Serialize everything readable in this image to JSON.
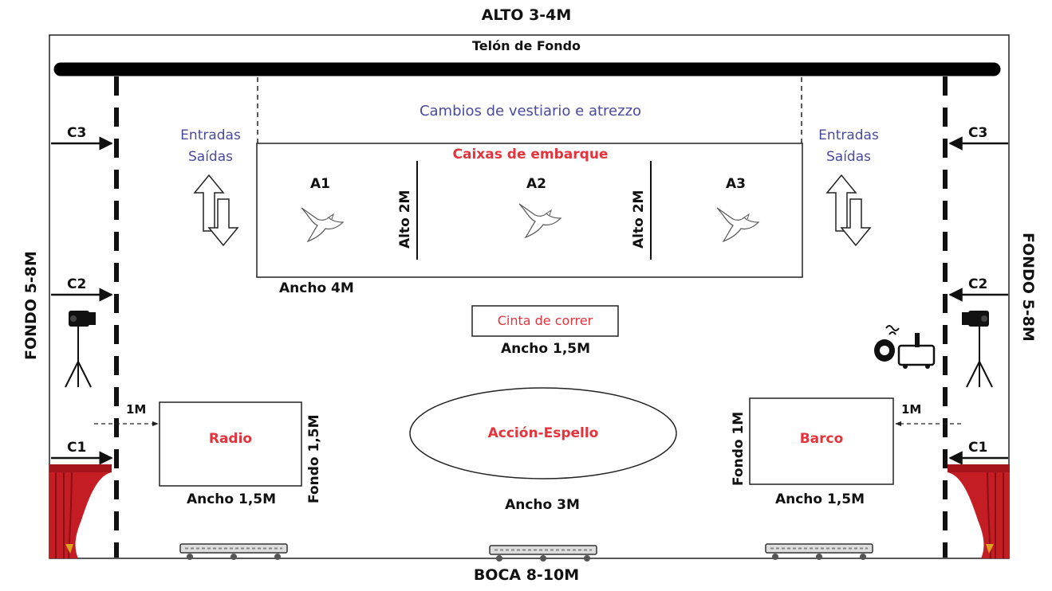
{
  "dims": {
    "top": "ALTO 3-4M",
    "bottom": "BOCA 8-10M",
    "left": "FONDO 5-8M",
    "right": "FONDO 5-8M"
  },
  "backdrop": "Telón de Fondo",
  "wings": {
    "c3": "C3",
    "c2": "C2",
    "c1": "C1"
  },
  "entrances": {
    "left": {
      "line1": "Entradas",
      "line2": "Saídas"
    },
    "right": {
      "line1": "Entradas",
      "line2": "Saídas"
    }
  },
  "costume_area": "Cambios de vestiario e atrezzo",
  "boarding": {
    "title": "Caixas de embarque",
    "boxes": [
      "A1",
      "A2",
      "A3"
    ],
    "divider_label": "Alto 2M",
    "width_label": "Ancho 4M"
  },
  "treadmill": {
    "label": "Cinta de correr",
    "width_label": "Ancho 1,5M"
  },
  "radio": {
    "label": "Radio",
    "width_label": "Ancho 1,5M",
    "depth_label": "Fondo 1,5M",
    "offset_label": "1M"
  },
  "mirror": {
    "label": "Acción-Espello",
    "width_label": "Ancho 3M"
  },
  "boat": {
    "label": "Barco",
    "width_label": "Ancho 1,5M",
    "depth_label": "Fondo 1M",
    "offset_label": "1M"
  },
  "icons": [
    "swallow-icon",
    "spotlight-icon",
    "smoke-machine-icon",
    "curtain-icon",
    "led-bar-icon"
  ],
  "colors": {
    "red": "#e5333b",
    "blue": "#4a4a9c",
    "black": "#111111"
  }
}
